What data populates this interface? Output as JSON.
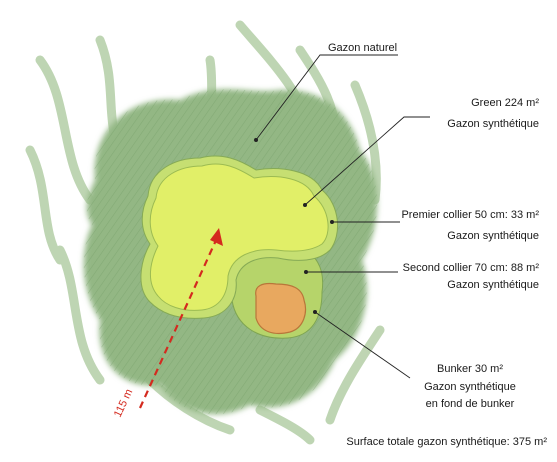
{
  "labels": {
    "gazon_naturel": "Gazon naturel",
    "green_title": "Green 224 m²",
    "green_sub": "Gazon synthétique",
    "collier1_title": "Premier collier 50 cm: 33 m²",
    "collier1_sub": "Gazon synthétique",
    "collier2_title": "Second collier 70 cm: 88 m²",
    "collier2_sub": "Gazon synthétique",
    "bunker_title": "Bunker 30 m²",
    "bunker_sub1": "Gazon synthétique",
    "bunker_sub2": "en fond de bunker",
    "total": "Surface totale gazon synthétique: 375 m²"
  },
  "distance_label": "115 m",
  "colors": {
    "natural_grass": "#93b784",
    "collar": "#bcd96e",
    "green": "#e1ef68",
    "bunker": "#e8a85f",
    "arrow": "#d42a1f",
    "leader": "#222222"
  }
}
